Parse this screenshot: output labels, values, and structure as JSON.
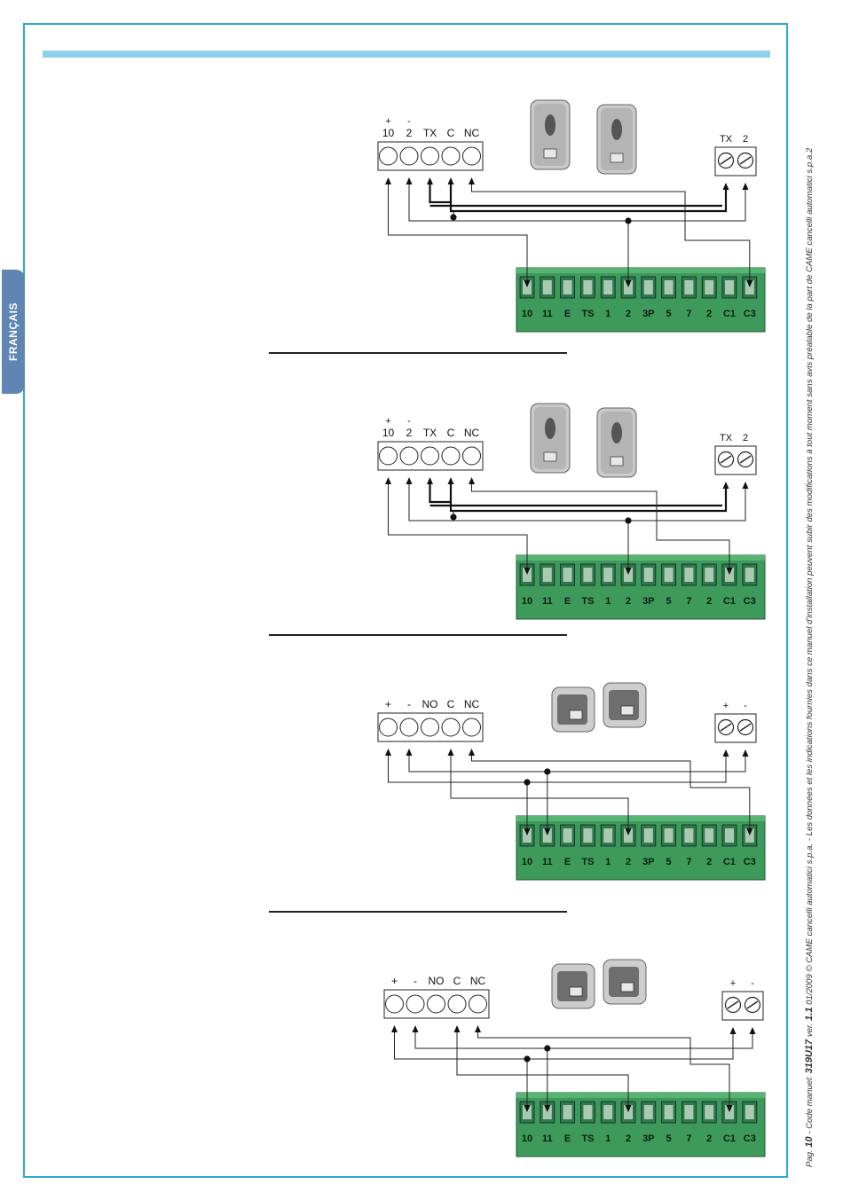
{
  "language_tab": "FRANÇAIS",
  "footer": {
    "page_label": "Pag.",
    "page_number": "10",
    "manual_label": "- Code manuel:",
    "manual_code": "319U17",
    "version_label": "ver.",
    "version": "1.1",
    "date": "01/2009",
    "notice": "© CAME cancelli automatici s.p.a. - Les données et les indications fournies dans ce manuel d'installation peuvent subir des modifications à tout moment sans avis préalable de la part de CAME cancelli automatici s.p.a.2"
  },
  "colors": {
    "frame": "#2fa9cf",
    "top_bar": "#8fd0ea",
    "tab": "#5f86b3",
    "terminal_green": "#3d9a5a"
  },
  "board_terminals": [
    "10",
    "11",
    "E",
    "TS",
    "1",
    "2",
    "3P",
    "5",
    "7",
    "2",
    "C1",
    "C3"
  ],
  "diagrams": [
    {
      "device_terminals": [
        "10",
        "2",
        "TX",
        "C",
        "NC"
      ],
      "device_polarity": [
        "+",
        "-"
      ],
      "aux_terminals": [
        "TX",
        "2"
      ],
      "device_icon": "remote-photocell-icon"
    },
    {
      "device_terminals": [
        "10",
        "2",
        "TX",
        "C",
        "NC"
      ],
      "device_polarity": [
        "+",
        "-"
      ],
      "aux_terminals": [
        "TX",
        "2"
      ],
      "device_icon": "remote-photocell-icon"
    },
    {
      "device_terminals": [
        "+",
        "-",
        "NO",
        "C",
        "NC"
      ],
      "device_polarity": [],
      "aux_terminals": [
        "+",
        "-"
      ],
      "device_icon": "square-sensor-icon"
    },
    {
      "device_terminals": [
        "+",
        "-",
        "NO",
        "C",
        "NC"
      ],
      "device_polarity": [],
      "aux_terminals": [
        "+",
        "-"
      ],
      "device_icon": "square-sensor-icon"
    }
  ]
}
